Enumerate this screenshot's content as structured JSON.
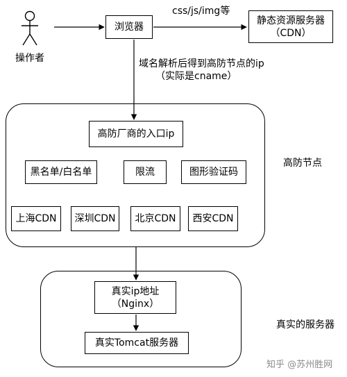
{
  "actor": {
    "label": "操作者"
  },
  "browser": {
    "label": "浏览器"
  },
  "static_server": {
    "line1": "静态资源服务器",
    "line2": "（CDN）"
  },
  "edge_label": {
    "css": "css/js/img等"
  },
  "dns_label": {
    "line1": "域名解析后得到高防节点的ip",
    "line2": "（实际是cname）"
  },
  "ddos_group": {
    "label": "高防节点",
    "entry": "高防厂商的入口ip",
    "features": [
      "黑名单/白名单",
      "限流",
      "图形验证码"
    ],
    "cdns": [
      "上海CDN",
      "深圳CDN",
      "北京CDN",
      "西安CDN"
    ]
  },
  "real_group": {
    "label": "真实的服务器",
    "nginx_line1": "真实ip地址",
    "nginx_line2": "（Nginx）",
    "tomcat": "真实Tomcat服务器"
  },
  "watermark": {
    "text": "知乎 @苏州胜网"
  }
}
